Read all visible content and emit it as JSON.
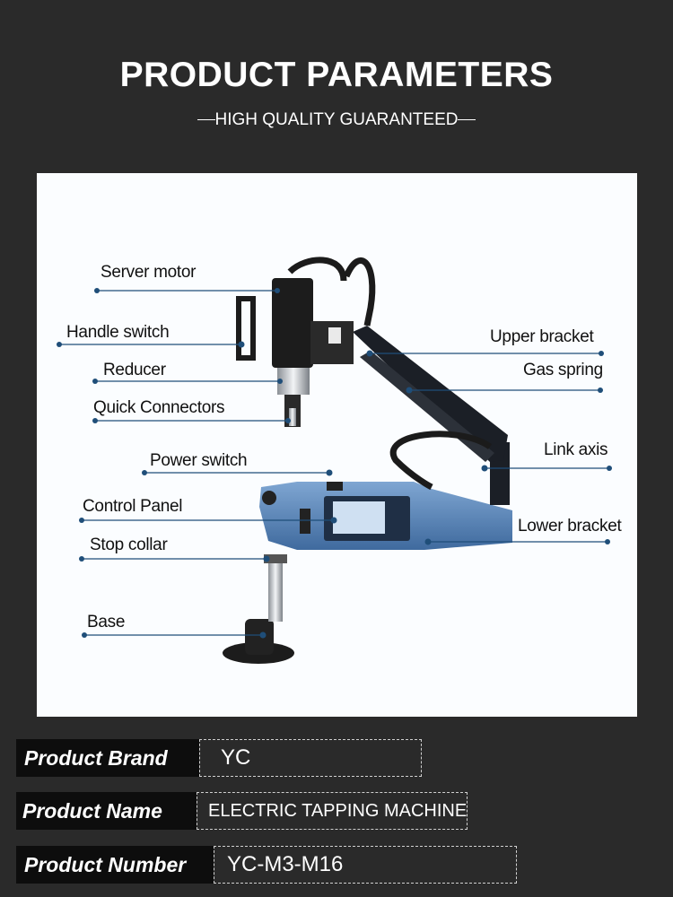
{
  "header": {
    "title": "PRODUCT PARAMETERS",
    "subtitle": "HIGH QUALITY GUARANTEED"
  },
  "diagram": {
    "labels": {
      "server_motor": "Server motor",
      "handle_switch": "Handle switch",
      "reducer": "Reducer",
      "quick_connectors": "Quick Connectors",
      "power_switch": "Power switch",
      "control_panel": "Control Panel",
      "stop_collar": "Stop collar",
      "base": "Base",
      "upper_bracket": "Upper bracket",
      "gas_spring": "Gas spring",
      "link_axis": "Link axis",
      "lower_bracket": "Lower bracket"
    },
    "colors": {
      "leader": "#1f4e79",
      "machine_blue": "#5b86b8",
      "arm_dark": "#1b1f26"
    }
  },
  "specs": {
    "brand_key": "Product Brand",
    "brand_value": "YC",
    "name_key": "Product Name",
    "name_value": "ELECTRIC TAPPING MACHINE",
    "number_key": "Product Number",
    "number_value": "YC-M3-M16"
  }
}
